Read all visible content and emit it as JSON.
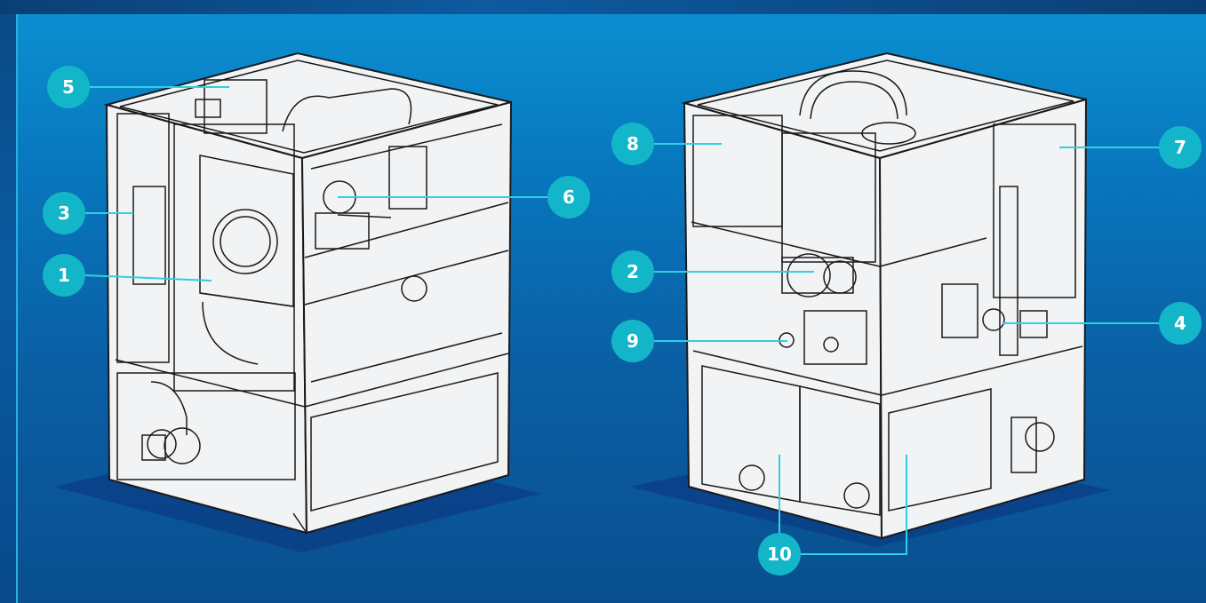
{
  "callouts": [
    {
      "id": "c1",
      "label": "1"
    },
    {
      "id": "c2",
      "label": "2"
    },
    {
      "id": "c3",
      "label": "3"
    },
    {
      "id": "c4",
      "label": "4"
    },
    {
      "id": "c5",
      "label": "5"
    },
    {
      "id": "c6",
      "label": "6"
    },
    {
      "id": "c7",
      "label": "7"
    },
    {
      "id": "c8",
      "label": "8"
    },
    {
      "id": "c9",
      "label": "9"
    },
    {
      "id": "c10",
      "label": "10"
    }
  ],
  "colors": {
    "badge": "#13b6c8",
    "leader": "#2fd0e0",
    "frame": "#ffffff",
    "shadow": "#0a3f86"
  }
}
